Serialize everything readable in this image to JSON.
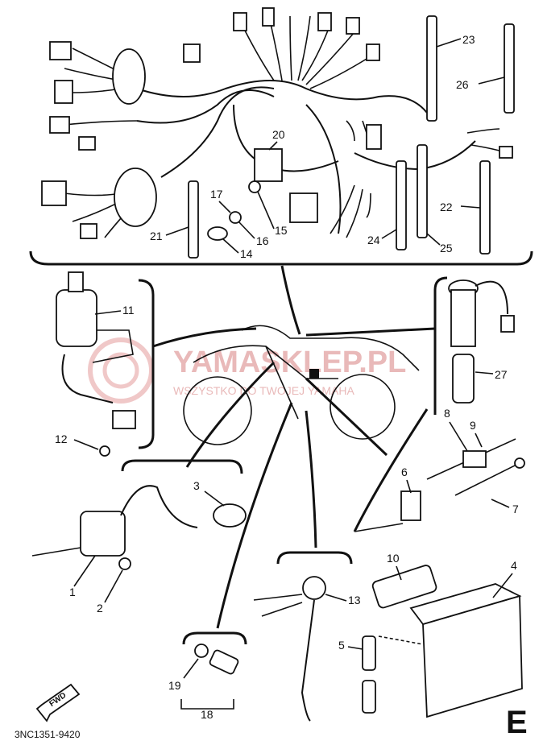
{
  "diagram": {
    "section_letter": "E",
    "catalog_code": "3NC1351-9420",
    "fwd_label": "FWD",
    "watermark_title": "YAMASKLEP.PL",
    "watermark_subtitle": "WSZYSTKO DO TWOJEJ YAMAHA",
    "callouts": [
      "1",
      "2",
      "3",
      "4",
      "5",
      "6",
      "7",
      "8",
      "9",
      "10",
      "11",
      "12",
      "13",
      "14",
      "15",
      "16",
      "17",
      "18",
      "19",
      "20",
      "21",
      "22",
      "23",
      "24",
      "25",
      "26",
      "27"
    ],
    "colors": {
      "ink": "#111111",
      "watermark": "#e9b9b9",
      "background": "#ffffff"
    }
  }
}
